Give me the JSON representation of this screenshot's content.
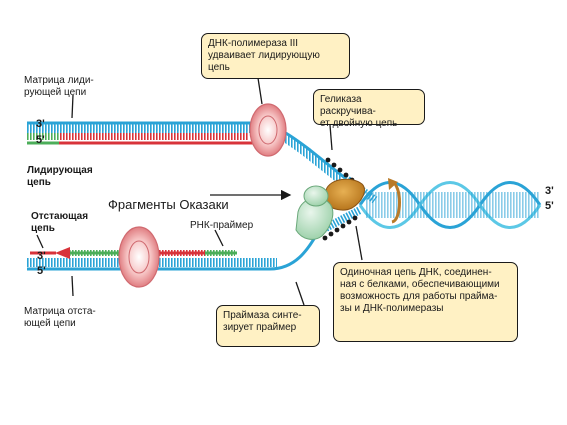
{
  "labels": {
    "template_leading": "Матрица лиди-\nрующей цепи",
    "prime3_top": "3'",
    "prime5_top": "5'",
    "leading_strand": "Лидирующая\nцепь",
    "lagging_strand": "Отстающая\nцепь",
    "okazaki": "Фрагменты Оказаки",
    "rna_primer": "РНК-праймер",
    "prime3_bottom": "3'",
    "prime5_bottom": "5'",
    "template_lagging": "Матрица отста-\nющей цепи",
    "prime3_right": "3'",
    "prime5_right": "5'"
  },
  "callouts": {
    "polymerase": "ДНК-полимераза III\nудваивает лидирующую\nцепь",
    "helicase": "Геликаза раскручива-\nет двойную цепь",
    "ssb": "Одиночная цепь ДНК, соединен-\nная с белками, обеспечивающими\nвозможность для работы праймa-\nзы и ДНК-полимеразы",
    "primase": "Праймаза синте-\nзирует праймер"
  },
  "colors": {
    "strand_blue": "#2aa3d6",
    "strand_cyan": "#5cc8e6",
    "new_red": "#d8333a",
    "primer_green": "#4cae5a",
    "clamp_pink": "#f2a8a8",
    "helicase_brown": "#c98a2a",
    "primase_green": "#bfe3c8",
    "callout_fill": "#fff1c4"
  }
}
